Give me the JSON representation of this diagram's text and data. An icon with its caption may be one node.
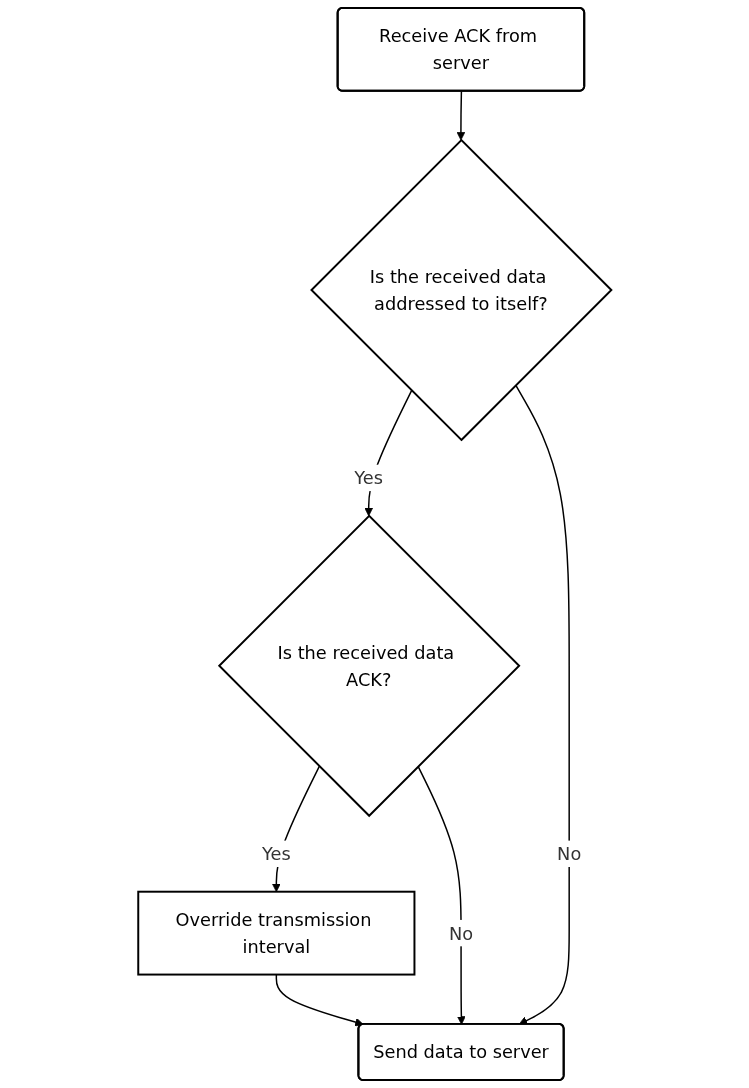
{
  "diagram": {
    "nodes": [
      {
        "text": [
          "Receive ACK from server"
        ]
      },
      {
        "text": [
          "Is the received data addressed to itself?"
        ]
      },
      {
        "text": [
          "Is the received data ACK?"
        ]
      },
      {
        "text": [
          "Override transmission interval"
        ]
      },
      {
        "text": [
          "Send data to server"
        ]
      }
    ],
    "edges": [
      {
        "from": 0,
        "to": 1,
        "arrow": "to"
      },
      {
        "from": 1,
        "to": 2,
        "arrow": "to",
        "label": "Yes"
      },
      {
        "from": 2,
        "to": 3,
        "arrow": "to",
        "label": "Yes"
      },
      {
        "from": 3,
        "to": 4,
        "arrow": "to"
      },
      {
        "from": 2,
        "to": 4,
        "arrow": "to",
        "label": "No"
      },
      {
        "from": 1,
        "to": 4,
        "arrow": "to",
        "label": "No"
      }
    ]
  }
}
